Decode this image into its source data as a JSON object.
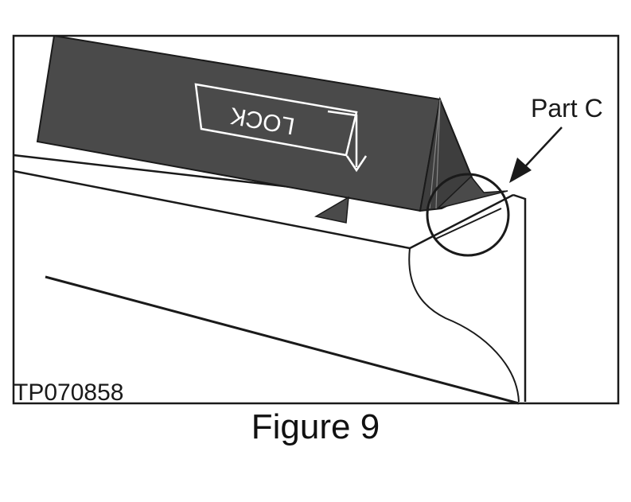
{
  "figure": {
    "drawing_id": "TP070858",
    "callout_label": "Part C",
    "lock_label": "LOCK",
    "caption": "Figure 9"
  },
  "colors": {
    "line": "#1a1a1a",
    "dark_fill": "#4a4a4a",
    "background": "#ffffff"
  }
}
